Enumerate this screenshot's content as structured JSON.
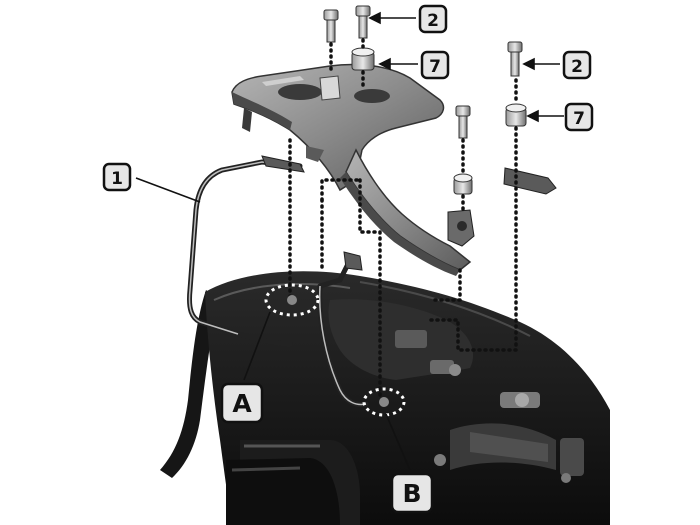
{
  "callouts": {
    "part_1": "1",
    "part_2_top": "2",
    "part_7_top": "7",
    "part_2_right": "2",
    "part_7_right": "7",
    "point_a": "A",
    "point_b": "B"
  },
  "colors": {
    "ink": "#1a1a1a",
    "motorcycle_body": "#141414",
    "rack_metal": "#8c8c8c",
    "rack_shadow": "#4a4a4a",
    "callout_fill": "#e6e6e6",
    "background": "#ffffff"
  }
}
